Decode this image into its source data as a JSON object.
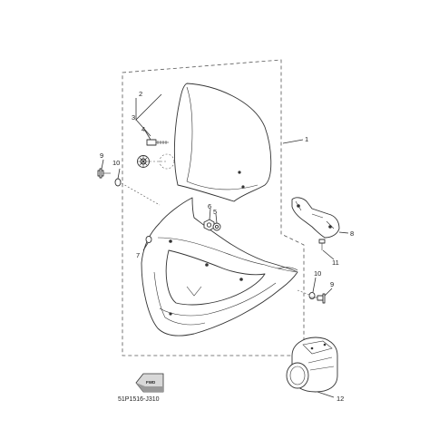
{
  "diagram": {
    "reference_code": "51P1516-J310",
    "fwd_label": "FWD",
    "callouts": [
      "1",
      "2",
      "3",
      "4",
      "5",
      "6",
      "7",
      "8",
      "9",
      "10",
      "11",
      "12",
      "9",
      "10"
    ]
  }
}
